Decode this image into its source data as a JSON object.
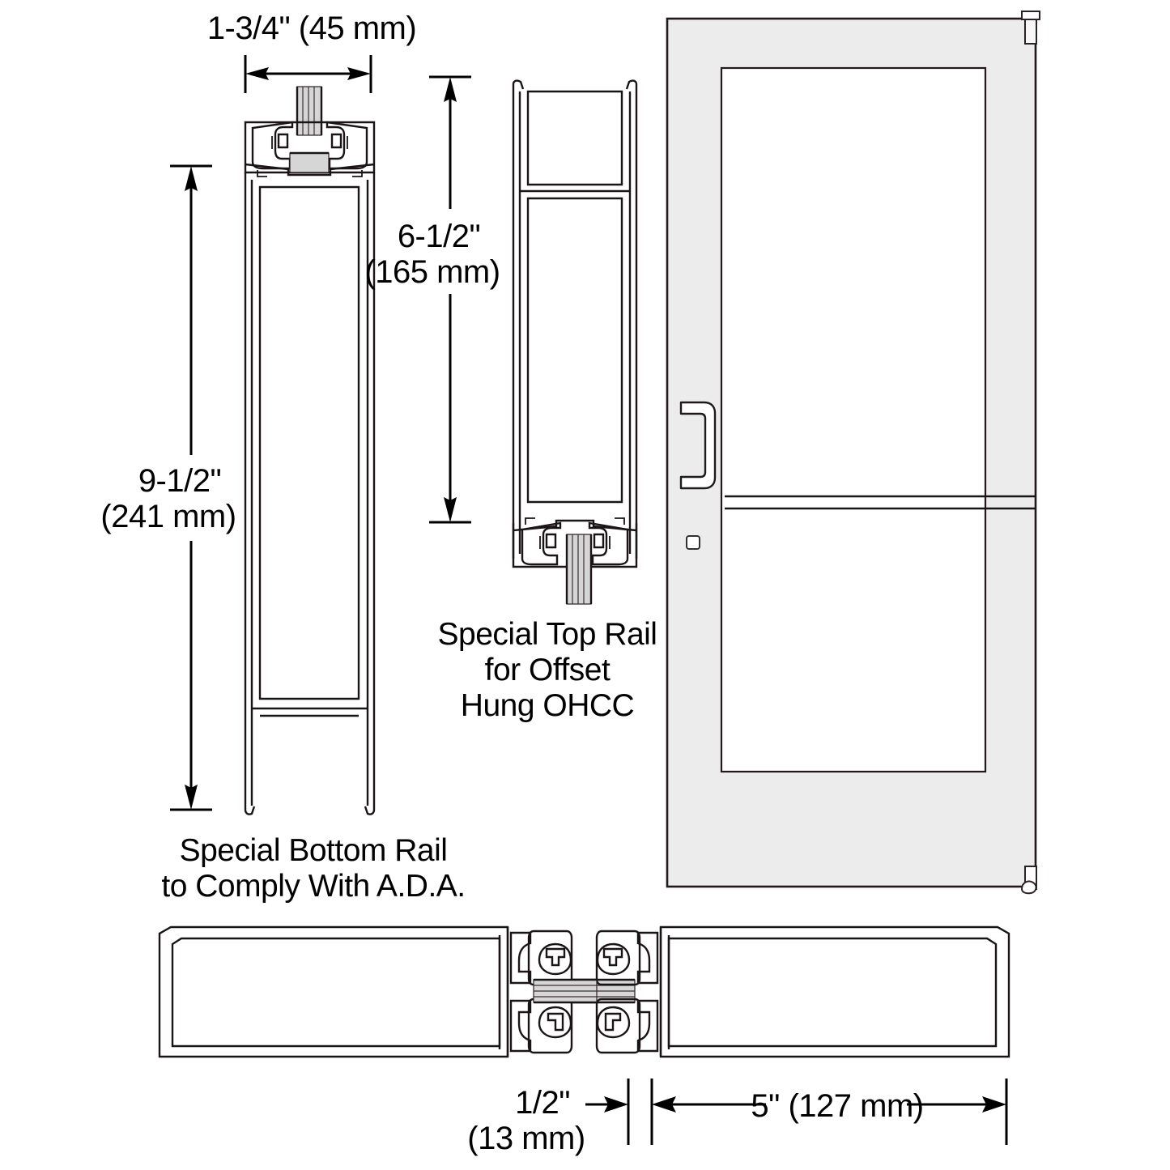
{
  "drawing": {
    "title": "Aluminum Door Rail Cross-Section Details",
    "line_color": "#1a1416",
    "door_frame_color": "#ececec",
    "glass_color": "#ffffff"
  },
  "dimensions": {
    "bottom_rail_width": "1-3/4\" (45 mm)",
    "bottom_rail_height_in": "9-1/2\"",
    "bottom_rail_height_mm": "(241 mm)",
    "top_rail_height_in": "6-1/2\"",
    "top_rail_height_mm": "(165 mm)",
    "gap_in": "1/2\"",
    "gap_mm": "(13 mm)",
    "stile_width": "5\" (127 mm)"
  },
  "labels": {
    "top_rail_line1": "Special Top Rail",
    "top_rail_line2": "for Offset",
    "top_rail_line3": "Hung OHCC",
    "bottom_rail_line1": "Special Bottom Rail",
    "bottom_rail_line2": "to Comply With A.D.A."
  },
  "door": {
    "handle": "pull-handle",
    "lock": "cylinder-lock",
    "pivot_top": "top-pivot-pin",
    "pivot_bottom": "bottom-pivot-pin",
    "rail_divider": "intermediate-rail-line"
  },
  "views": [
    {
      "name": "bottom-rail-section",
      "description": "Special Bottom Rail vertical cross-section"
    },
    {
      "name": "top-rail-section",
      "description": "Special Top Rail for Offset Hung OHCC vertical cross-section"
    },
    {
      "name": "door-elevation",
      "description": "Full door elevation with glass, handle and pivots"
    },
    {
      "name": "stile-plan-section",
      "description": "Horizontal plan section through meeting stiles"
    }
  ]
}
